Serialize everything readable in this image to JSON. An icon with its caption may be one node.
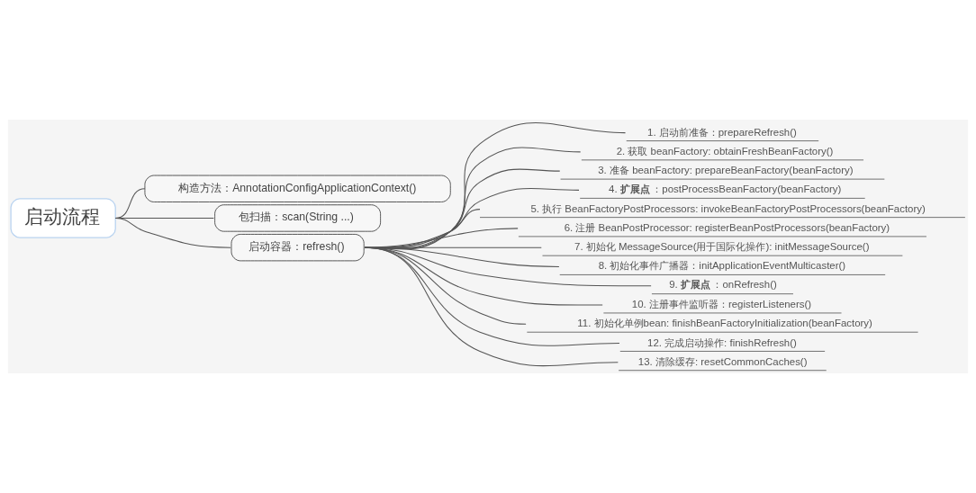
{
  "diagram": {
    "nodes": [
      {
        "text": [
          "启动流程"
        ]
      },
      {
        "text": [
          "构造方法：AnnotationConfigApplicationContext()"
        ]
      },
      {
        "text": [
          "包扫描：scan(String ...)"
        ]
      },
      {
        "text": [
          "启动容器：refresh()"
        ]
      },
      {
        "text": [
          "1. 启动前准备：prepareRefresh()"
        ]
      },
      {
        "text": [
          "2. 获取 beanFactory: obtainFreshBeanFactory()"
        ]
      },
      {
        "text": [
          "3. 准备 beanFactory: prepareBeanFactory(beanFactory)"
        ]
      },
      {
        "text": [
          "4. **扩展点**：postProcessBeanFactory(beanFactory)"
        ]
      },
      {
        "text": [
          "5. 执行 BeanFactoryPostProcessors: invokeBeanFactoryPostProcessors(beanFactory)"
        ]
      },
      {
        "text": [
          "6. 注册 BeanPostProcessor: registerBeanPostProcessors(beanFactory)"
        ]
      },
      {
        "text": [
          "7. 初始化 MessageSource(用于国际化操作): initMessageSource()"
        ]
      },
      {
        "text": [
          "8. 初始化事件广播器：initApplicationEventMulticaster()"
        ]
      },
      {
        "text": [
          "9. **扩展点**：onRefresh()"
        ]
      },
      {
        "text": [
          "10. 注册事件监听器：registerListeners()"
        ]
      },
      {
        "text": [
          "11. 初始化单例bean: finishBeanFactoryInitialization(beanFactory)"
        ]
      },
      {
        "text": [
          "12. 完成启动操作: finishRefresh()"
        ]
      },
      {
        "text": [
          "13. 清除缓存: resetCommonCaches()"
        ]
      }
    ],
    "edges": [
      {
        "from": 0,
        "to": 1,
        "arrow": "none"
      },
      {
        "from": 0,
        "to": 2,
        "arrow": "none"
      },
      {
        "from": 0,
        "to": 3,
        "arrow": "none"
      },
      {
        "from": 3,
        "to": 4,
        "arrow": "none"
      },
      {
        "from": 3,
        "to": 5,
        "arrow": "none"
      },
      {
        "from": 3,
        "to": 6,
        "arrow": "none"
      },
      {
        "from": 3,
        "to": 7,
        "arrow": "none"
      },
      {
        "from": 3,
        "to": 8,
        "arrow": "none"
      },
      {
        "from": 3,
        "to": 9,
        "arrow": "none"
      },
      {
        "from": 3,
        "to": 10,
        "arrow": "none"
      },
      {
        "from": 3,
        "to": 11,
        "arrow": "none"
      },
      {
        "from": 3,
        "to": 12,
        "arrow": "none"
      },
      {
        "from": 3,
        "to": 13,
        "arrow": "none"
      },
      {
        "from": 3,
        "to": 14,
        "arrow": "none"
      },
      {
        "from": 3,
        "to": 15,
        "arrow": "none"
      },
      {
        "from": 3,
        "to": 16,
        "arrow": "none"
      }
    ]
  }
}
